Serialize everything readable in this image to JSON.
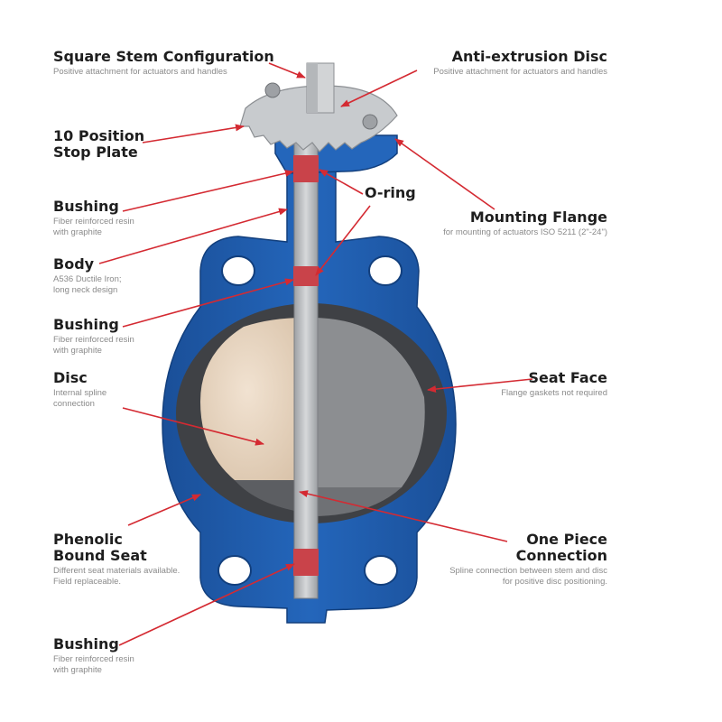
{
  "colors": {
    "body_blue": "#1f5fb0",
    "body_blue_dark": "#123f7d",
    "seat_dark": "#3f4145",
    "disc_light": "#e8d6c2",
    "disc_gray": "#8c8e91",
    "stem_gray": "#b9bcbf",
    "bushing_red": "#c9434a",
    "plate_silver": "#c8cbce",
    "arrow_red": "#d42a32"
  },
  "labels": {
    "square_stem": {
      "title": "Square Stem Configuration",
      "desc": "Positive attachment for actuators and handles"
    },
    "anti_extrusion": {
      "title": "Anti-extrusion Disc",
      "desc": "Positive attachment for actuators and handles"
    },
    "stop_plate": {
      "title": "10 Position\nStop Plate",
      "desc": ""
    },
    "bushing_top": {
      "title": "Bushing",
      "desc": "Fiber reinforced resin\nwith graphite"
    },
    "o_ring": {
      "title": "O-ring",
      "desc": ""
    },
    "mounting_flange": {
      "title": "Mounting Flange",
      "desc": "for mounting of actuators ISO 5211 (2\"-24\")"
    },
    "body": {
      "title": "Body",
      "desc": "A536 Ductile Iron;\nlong neck design"
    },
    "bushing_mid": {
      "title": "Bushing",
      "desc": "Fiber reinforced resin\nwith graphite"
    },
    "disc": {
      "title": "Disc",
      "desc": "Internal spline\nconnection"
    },
    "seat_face": {
      "title": "Seat Face",
      "desc": "Flange gaskets not required"
    },
    "phenolic_seat": {
      "title": "Phenolic\nBound Seat",
      "desc": "Different seat materials available.\nField replaceable."
    },
    "one_piece": {
      "title": "One Piece\nConnection",
      "desc": "Spline connection between stem and disc\nfor positive disc positioning."
    },
    "bushing_bottom": {
      "title": "Bushing",
      "desc": "Fiber reinforced resin\nwith graphite"
    }
  }
}
